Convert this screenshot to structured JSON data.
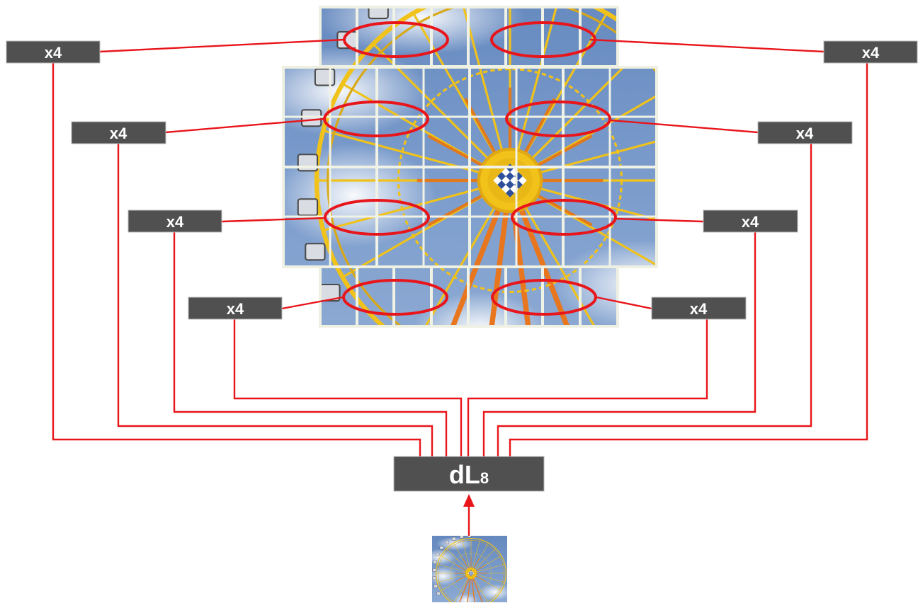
{
  "diagram": {
    "factor_label": "x4",
    "output_node": {
      "main": "dL",
      "subscript": "8"
    },
    "colors": {
      "connector": "#e8151b",
      "box_fill": "#505050",
      "box_text": "#ffffff",
      "grid_line": "#f0f2e6",
      "sky": "#5f86bf",
      "wheel_yellow": "#f0c21a",
      "wheel_orange": "#e8761e"
    }
  }
}
